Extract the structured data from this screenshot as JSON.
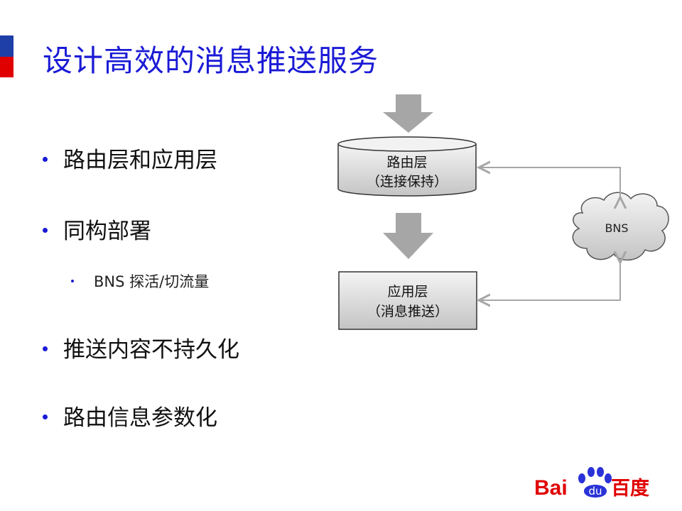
{
  "slide": {
    "title": "设计高效的消息推送服务",
    "bullets": [
      {
        "text": "路由层和应用层"
      },
      {
        "text": "同构部署",
        "sub": [
          "BNS 探活/切流量"
        ]
      },
      {
        "text": "推送内容不持久化"
      },
      {
        "text": "路由信息参数化"
      }
    ]
  },
  "diagram": {
    "routing_layer": {
      "line1": "路由层",
      "line2": "（连接保持）"
    },
    "app_layer": {
      "line1": "应用层",
      "line2": "（消息推送）"
    },
    "cloud": {
      "label": "BNS"
    }
  },
  "logo": {
    "text_left": "Bai",
    "text_paw": "du",
    "text_right": "百度"
  },
  "colors": {
    "title": "#1a1ad6",
    "accent_red": "#e00000",
    "arrow": "#a6a6a6"
  }
}
